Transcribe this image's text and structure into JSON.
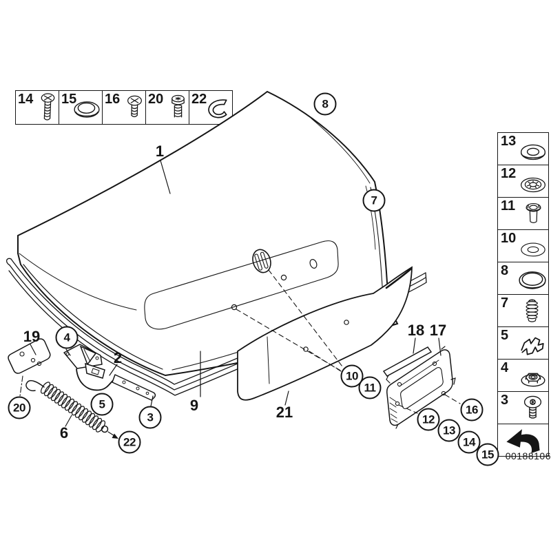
{
  "colors": {
    "background": "#ffffff",
    "line": "#151515"
  },
  "fastener_legend": {
    "items": [
      {
        "number": "14",
        "icon": "phillips-screw-long-icon"
      },
      {
        "number": "15",
        "icon": "grommet-cap-icon"
      },
      {
        "number": "16",
        "icon": "phillips-screw-icon"
      },
      {
        "number": "20",
        "icon": "socket-head-bolt-icon"
      },
      {
        "number": "22",
        "icon": "u-clip-icon"
      }
    ]
  },
  "parts_column": {
    "items": [
      {
        "number": "13",
        "icon": "thick-washer-icon"
      },
      {
        "number": "12",
        "icon": "serrated-washer-icon"
      },
      {
        "number": "11",
        "icon": "sleeve-bushing-icon"
      },
      {
        "number": "10",
        "icon": "flat-washer-icon"
      },
      {
        "number": "8",
        "icon": "grommet-plug-icon"
      },
      {
        "number": "7",
        "icon": "rubber-buffer-icon"
      },
      {
        "number": "5",
        "icon": "spring-clip-icon"
      },
      {
        "number": "4",
        "icon": "flange-nut-icon"
      },
      {
        "number": "3",
        "icon": "torx-screw-icon"
      },
      {
        "number": "",
        "icon": "direction-arrow-icon"
      }
    ],
    "part_number": "00188106"
  },
  "diagram": {
    "circled_callouts": [
      {
        "number": "8"
      },
      {
        "number": "7"
      },
      {
        "number": "4"
      },
      {
        "number": "20"
      },
      {
        "number": "5"
      },
      {
        "number": "3"
      },
      {
        "number": "22"
      },
      {
        "number": "10"
      },
      {
        "number": "11"
      },
      {
        "number": "12"
      },
      {
        "number": "13"
      },
      {
        "number": "14"
      },
      {
        "number": "15"
      },
      {
        "number": "16"
      }
    ],
    "plain_labels": [
      {
        "number": "1"
      },
      {
        "number": "2"
      },
      {
        "number": "6"
      },
      {
        "number": "9"
      },
      {
        "number": "19"
      },
      {
        "number": "21"
      },
      {
        "number": "18"
      },
      {
        "number": "17"
      }
    ]
  }
}
